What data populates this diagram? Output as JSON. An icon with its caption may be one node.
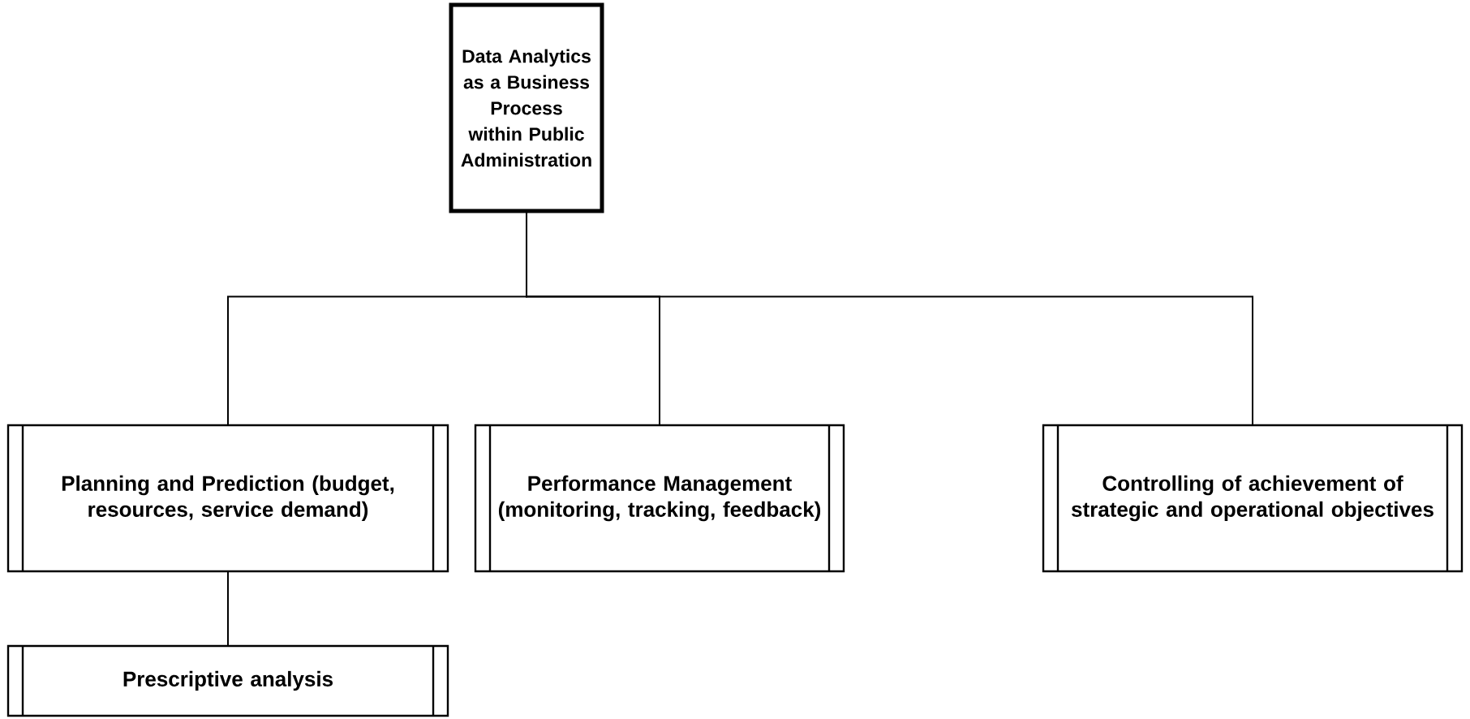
{
  "diagram": {
    "nodes": [
      {
        "text": [
          "Data Analytics as a Business Process within Public Administration"
        ]
      },
      {
        "text": [
          "Planning and Prediction (budget, resources, service demand)"
        ]
      },
      {
        "text": [
          "Performance Management (monitoring, tracking, feedback)"
        ]
      },
      {
        "text": [
          "Controlling of achievement of strategic and operational objectives"
        ]
      },
      {
        "text": [
          "Prescriptive analysis"
        ]
      }
    ],
    "edges": [
      {
        "from": 0,
        "to": 1,
        "arrow": "none"
      },
      {
        "from": 0,
        "to": 2,
        "arrow": "none"
      },
      {
        "from": 0,
        "to": 3,
        "arrow": "none"
      },
      {
        "from": 1,
        "to": 4,
        "arrow": "none"
      }
    ]
  }
}
